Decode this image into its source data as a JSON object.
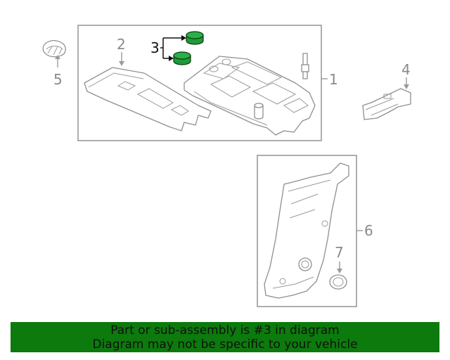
{
  "diagram": {
    "callouts": {
      "c1": "1",
      "c2": "2",
      "c3": "3",
      "c4": "4",
      "c5": "5",
      "c6": "6",
      "c7": "7"
    },
    "colors": {
      "highlight_fill": "#1e9a3a",
      "highlight_stroke": "#0a3a0a",
      "line": "#9a9a9a",
      "label": "#8a8a8a"
    }
  },
  "banner": {
    "line1": "Part or sub-assembly is #3 in diagram",
    "line2": "Diagram may not be specific to your vehicle",
    "background": "#0c7a0c"
  }
}
